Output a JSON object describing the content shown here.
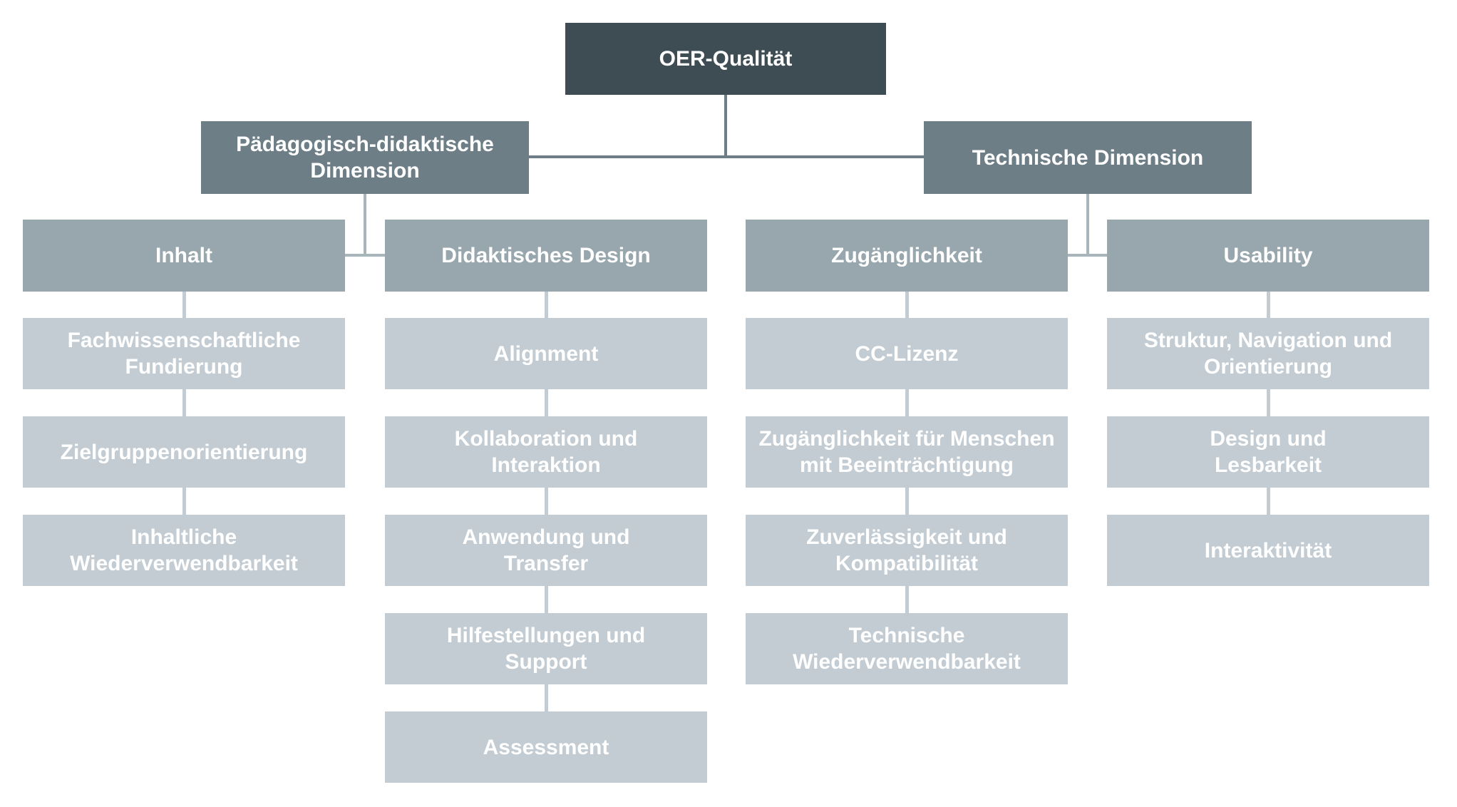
{
  "diagram_title": "OER-Qualität",
  "colors": {
    "root_box": "#3E4C54",
    "dimension_box": "#6D7E86",
    "category_box": "#98A6AD",
    "criterion_box": "#C3CCD3",
    "connector_top": "#6D7E86",
    "connector_mid": "#A8B5BB",
    "connector_light": "#C3CCD3",
    "text": "#FFFFFF",
    "background": "#FFFFFF"
  },
  "nodes": {
    "root": "OER-Qualität",
    "dim1": "Pädagogisch-didaktische\nDimension",
    "dim2": "Technische Dimension",
    "col1": {
      "header": "Inhalt",
      "children": [
        "Fachwissenschaftliche\nFundierung",
        "Zielgruppenorientierung",
        "Inhaltliche\nWiederverwendbarkeit"
      ]
    },
    "col2": {
      "header": "Didaktisches Design",
      "children": [
        "Alignment",
        "Kollaboration und\nInteraktion",
        "Anwendung und\nTransfer",
        "Hilfestellungen und\nSupport",
        "Assessment"
      ]
    },
    "col3": {
      "header": "Zugänglichkeit",
      "children": [
        "CC-Lizenz",
        "Zugänglichkeit für Menschen\nmit Beeinträchtigung",
        "Zuverlässigkeit und\nKompatibilität",
        "Technische\nWiederverwendbarkeit"
      ]
    },
    "col4": {
      "header": "Usability",
      "children": [
        "Struktur, Navigation und\nOrientierung",
        "Design und\nLesbarkeit",
        "Interaktivität"
      ]
    }
  }
}
